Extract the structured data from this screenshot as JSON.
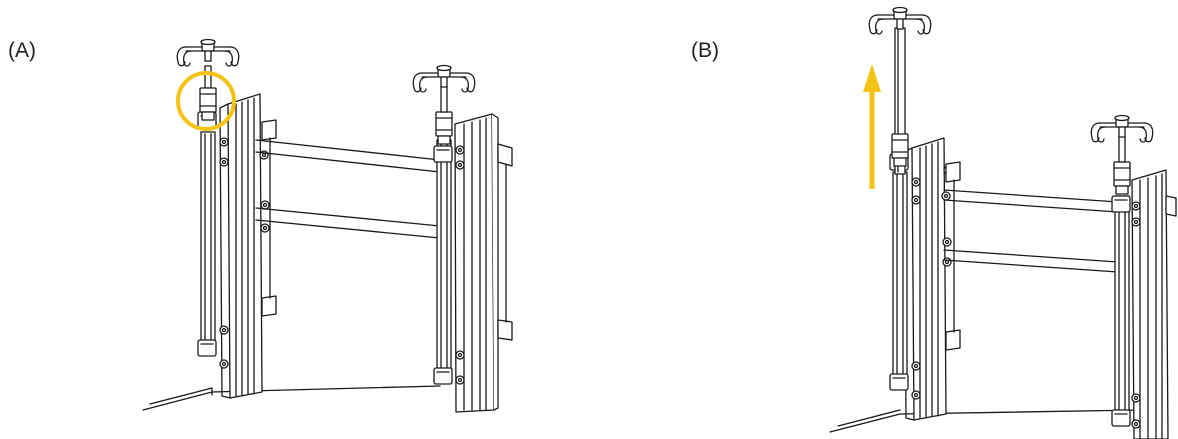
{
  "panels": {
    "a": {
      "label": "(A)"
    },
    "b": {
      "label": "(B)"
    }
  },
  "colors": {
    "highlight": "#F5C314",
    "line": "#1a1a1a",
    "background": "#ffffff"
  },
  "annotations": {
    "a_callout": "circle-highlight-around-pole-clamp",
    "b_direction": "arrow-up-raise-pole"
  }
}
